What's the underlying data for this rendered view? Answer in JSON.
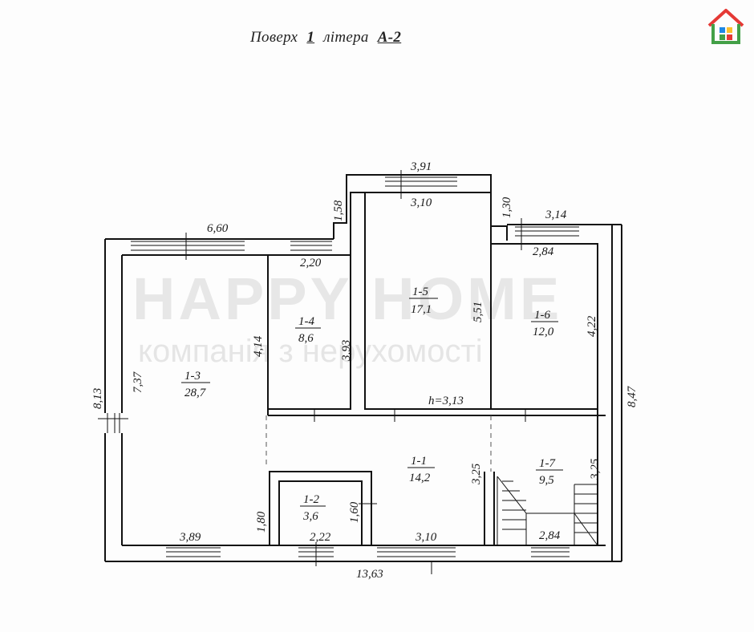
{
  "header": {
    "prefix": "Поверх",
    "floor": "1",
    "middle": "літера",
    "letter": "А-2"
  },
  "watermark": {
    "line1": "HAPPY HOME",
    "line2": "компанія з нерухомості"
  },
  "logo": {
    "icon": "house-logo-icon",
    "colors": [
      "#e53935",
      "#43a047",
      "#1e88e5",
      "#fbc02d"
    ]
  },
  "rooms": [
    {
      "id": "1-1",
      "area": "14,2"
    },
    {
      "id": "1-2",
      "area": "3,6"
    },
    {
      "id": "1-3",
      "area": "28,7"
    },
    {
      "id": "1-4",
      "area": "8,6"
    },
    {
      "id": "1-5",
      "area": "17,1"
    },
    {
      "id": "1-6",
      "area": "12,0"
    },
    {
      "id": "1-7",
      "area": "9,5"
    }
  ],
  "height_label": "h=3,13",
  "dimensions": {
    "d_6_60": "6,60",
    "d_8_13": "8,13",
    "d_7_37": "7,37",
    "d_2_20": "2,20",
    "d_3_93": "3,93",
    "d_4_14": "4,14",
    "d_1_58": "1,58",
    "d_3_91": "3,91",
    "d_3_10_top": "3,10",
    "d_5_51": "5,51",
    "d_1_30": "1,30",
    "d_3_14": "3,14",
    "d_2_84_top": "2,84",
    "d_4_22": "4,22",
    "d_8_47": "8,47",
    "d_3_25_left": "3,25",
    "d_3_25_right": "3,25",
    "d_1_80": "1,80",
    "d_1_60": "1,60",
    "d_3_89": "3,89",
    "d_2_22": "2,22",
    "d_3_10_bottom": "3,10",
    "d_2_84_bottom": "2,84",
    "d_13_63": "13,63"
  }
}
